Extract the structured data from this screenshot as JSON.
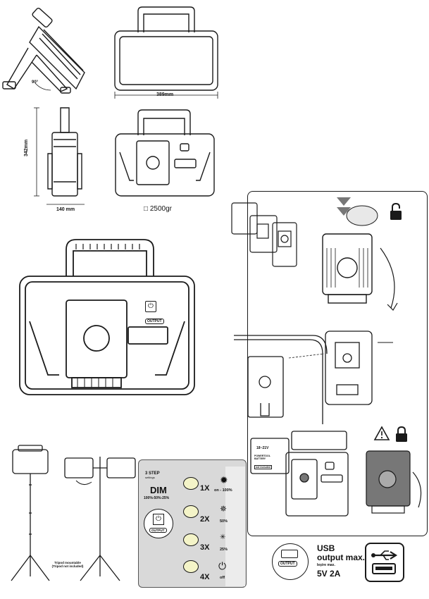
{
  "dimensions": {
    "width_label": "389mm",
    "height_label": "342mm",
    "depth_label": "140 mm",
    "angle_label": "90°",
    "weight_label": "2500gr"
  },
  "panel": {
    "output_label": "OUTPUT"
  },
  "battery_labels": {
    "voltage": "18~21V",
    "powertool": "POWERTOOL BATTERY",
    "not_included": "not included"
  },
  "tripod": {
    "mountable": "Tripod mountable",
    "not_included": "(Tripod not included)"
  },
  "steps": {
    "step_title": "3 STEP",
    "step_sub": "settings",
    "dim_label": "DIM",
    "dim_levels": "100%-50%-25%",
    "output_label": "OUTPUT",
    "rows": [
      {
        "press": "1X",
        "level": "on - 100%"
      },
      {
        "press": "2X",
        "level": "50%"
      },
      {
        "press": "3X",
        "level": "25%"
      },
      {
        "press": "4X",
        "level": "off"
      }
    ]
  },
  "usb": {
    "line1": "USB",
    "line2": "output max.",
    "line3": "Ieșire max.",
    "line4": "5V 2A",
    "output_label": "OUTPUT"
  },
  "colors": {
    "ink": "#1a1a1a",
    "panel_gray": "#d9d9d9",
    "battery_gray": "#777777"
  }
}
